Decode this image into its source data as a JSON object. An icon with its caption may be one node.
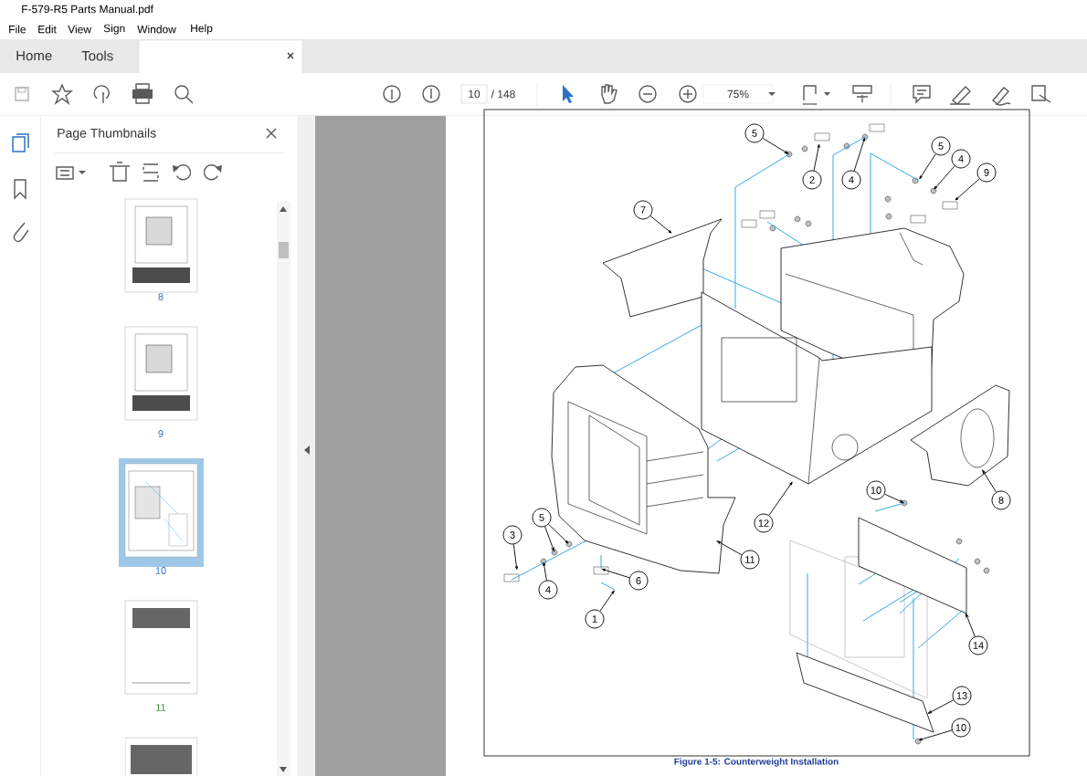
{
  "diagram": {
    "caption": "Figure 1-5:  Counterweight Installation",
    "nodes": [
      {
        "text": [
          "5"
        ]
      },
      {
        "text": [
          "5"
        ]
      },
      {
        "text": [
          "4"
        ]
      },
      {
        "text": [
          "9"
        ]
      },
      {
        "text": [
          "2"
        ]
      },
      {
        "text": [
          "4"
        ]
      },
      {
        "text": [
          "7"
        ]
      },
      {
        "text": [
          "10"
        ]
      },
      {
        "text": [
          "8"
        ]
      },
      {
        "text": [
          "5"
        ]
      },
      {
        "text": [
          "12"
        ]
      },
      {
        "text": [
          "3"
        ]
      },
      {
        "text": [
          "11"
        ]
      },
      {
        "text": [
          "6"
        ]
      },
      {
        "text": [
          "4"
        ]
      },
      {
        "text": [
          "1"
        ]
      },
      {
        "text": [
          "14"
        ]
      },
      {
        "text": [
          "13"
        ]
      },
      {
        "text": [
          "10"
        ]
      }
    ],
    "edges": [
      {
        "from": 0,
        "to": null,
        "arrow": "to"
      },
      {
        "from": 1,
        "to": null,
        "arrow": "to"
      },
      {
        "from": 2,
        "to": null,
        "arrow": "to"
      },
      {
        "from": 3,
        "to": null,
        "arrow": "to"
      },
      {
        "from": 4,
        "to": null,
        "arrow": "to"
      },
      {
        "from": 5,
        "to": null,
        "arrow": "to"
      },
      {
        "from": 6,
        "to": null,
        "arrow": "to"
      },
      {
        "from": 7,
        "to": null,
        "arrow": "to"
      },
      {
        "from": 8,
        "to": null,
        "arrow": "to"
      },
      {
        "from": 9,
        "to": null,
        "arrow": "to"
      },
      {
        "from": 9,
        "to": null,
        "arrow": "to"
      },
      {
        "from": 10,
        "to": null,
        "arrow": "to"
      },
      {
        "from": 11,
        "to": null,
        "arrow": "to"
      },
      {
        "from": 12,
        "to": null,
        "arrow": "to"
      },
      {
        "from": 13,
        "to": null,
        "arrow": "to"
      },
      {
        "from": 14,
        "to": null,
        "arrow": "to"
      },
      {
        "from": 15,
        "to": null,
        "arrow": "to"
      },
      {
        "from": 16,
        "to": null,
        "arrow": "to"
      },
      {
        "from": 17,
        "to": null,
        "arrow": "to"
      },
      {
        "from": 18,
        "to": null,
        "arrow": "to"
      }
    ],
    "labels": [
      "F-579-R5 Parts Manual.pdf",
      "File",
      "Edit",
      "View",
      "Sign",
      "Window",
      "Help",
      "Home",
      "Tools",
      "10",
      "/ 148",
      "75%",
      "Page Thumbnails",
      "8",
      "9",
      "10",
      "11"
    ]
  }
}
